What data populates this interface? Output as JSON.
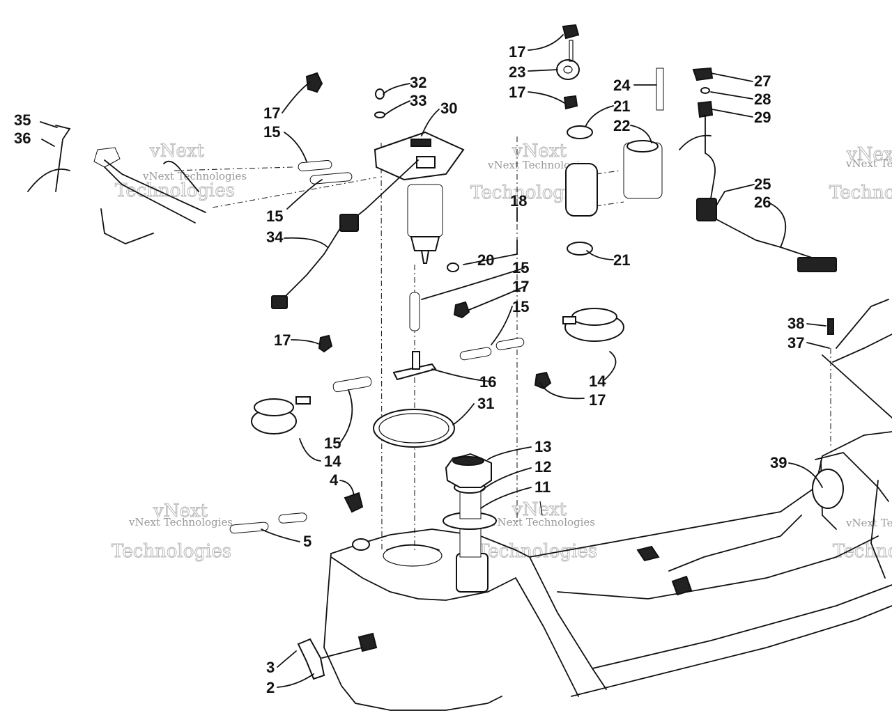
{
  "watermark": {
    "top": "vNext",
    "bottom": "Technologies",
    "small": "vNext Technologies"
  },
  "callouts": [
    {
      "id": "c-35",
      "text": "35"
    },
    {
      "id": "c-36",
      "text": "36"
    },
    {
      "id": "c-17a",
      "text": "17"
    },
    {
      "id": "c-15a",
      "text": "15"
    },
    {
      "id": "c-15b",
      "text": "15"
    },
    {
      "id": "c-34",
      "text": "34"
    },
    {
      "id": "c-32",
      "text": "32"
    },
    {
      "id": "c-33",
      "text": "33"
    },
    {
      "id": "c-30",
      "text": "30"
    },
    {
      "id": "c-17b",
      "text": "17"
    },
    {
      "id": "c-23",
      "text": "23"
    },
    {
      "id": "c-17c",
      "text": "17"
    },
    {
      "id": "c-21a",
      "text": "21"
    },
    {
      "id": "c-21b",
      "text": "21"
    },
    {
      "id": "c-18",
      "text": "18"
    },
    {
      "id": "c-20",
      "text": "20"
    },
    {
      "id": "c-24",
      "text": "24"
    },
    {
      "id": "c-22",
      "text": "22"
    },
    {
      "id": "c-27",
      "text": "27"
    },
    {
      "id": "c-28",
      "text": "28"
    },
    {
      "id": "c-29",
      "text": "29"
    },
    {
      "id": "c-25",
      "text": "25"
    },
    {
      "id": "c-26",
      "text": "26"
    },
    {
      "id": "c-15c",
      "text": "15"
    },
    {
      "id": "c-17d",
      "text": "17"
    },
    {
      "id": "c-15d",
      "text": "15"
    },
    {
      "id": "c-17e",
      "text": "17"
    },
    {
      "id": "c-16",
      "text": "16"
    },
    {
      "id": "c-14a",
      "text": "14"
    },
    {
      "id": "c-17f",
      "text": "17"
    },
    {
      "id": "c-31",
      "text": "31"
    },
    {
      "id": "c-15e",
      "text": "15"
    },
    {
      "id": "c-14b",
      "text": "14"
    },
    {
      "id": "c-4",
      "text": "4"
    },
    {
      "id": "c-5",
      "text": "5"
    },
    {
      "id": "c-13",
      "text": "13"
    },
    {
      "id": "c-12",
      "text": "12"
    },
    {
      "id": "c-11",
      "text": "11"
    },
    {
      "id": "c-38",
      "text": "38"
    },
    {
      "id": "c-37",
      "text": "37"
    },
    {
      "id": "c-39",
      "text": "39"
    },
    {
      "id": "c-3",
      "text": "3"
    },
    {
      "id": "c-2",
      "text": "2"
    }
  ]
}
